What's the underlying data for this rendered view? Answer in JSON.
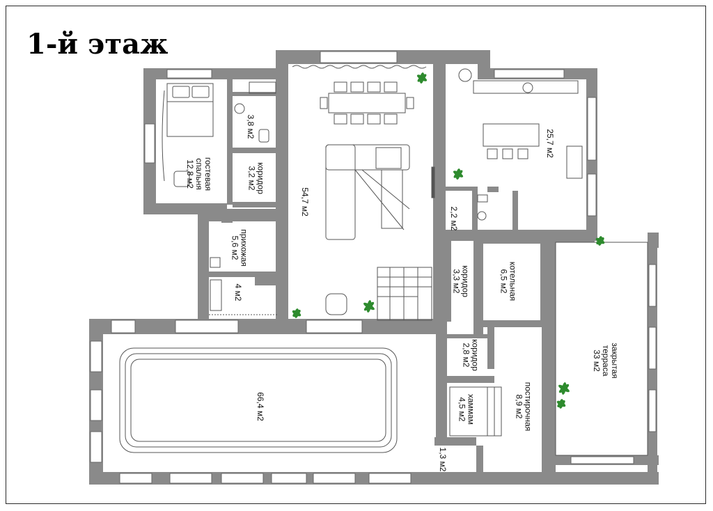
{
  "title": "1-й этаж",
  "rooms": {
    "guest_bedroom": [
      "гостевая",
      "спальня",
      "12,8 м2"
    ],
    "bathroom_small": [
      "3,8 м2"
    ],
    "corridor_top": [
      "коридор",
      "3,2 м2"
    ],
    "living": [
      "54,7 м2"
    ],
    "kitchen": [
      "25,7 м2"
    ],
    "wc_kitchen": [
      "2,2 м2"
    ],
    "hallway": [
      "прихожая",
      "5,6 м2"
    ],
    "closet": [
      "4 м2"
    ],
    "corridor_mid": [
      "коридор",
      "3,3 м2"
    ],
    "boiler": [
      "котельная",
      "6,5 м2"
    ],
    "terrace": [
      "закрытая",
      "терраса",
      "33 м2"
    ],
    "pool": [
      "66,4 м2"
    ],
    "corridor_low": [
      "коридор",
      "2,8 м2"
    ],
    "hammam": [
      "хаммам",
      "4,5 м2"
    ],
    "laundry": [
      "постирочная",
      "8,9 м2"
    ],
    "wc_small": [
      "1,3 м2"
    ]
  },
  "colors": {
    "wall": "#8a8a8a",
    "line": "#555555",
    "plant": "#2e8b2e"
  },
  "icons": [
    "plant-icon",
    "toilet-icon",
    "sink-icon",
    "bed-icon",
    "sofa-icon",
    "table-icon",
    "stairs-icon",
    "pool-icon"
  ]
}
